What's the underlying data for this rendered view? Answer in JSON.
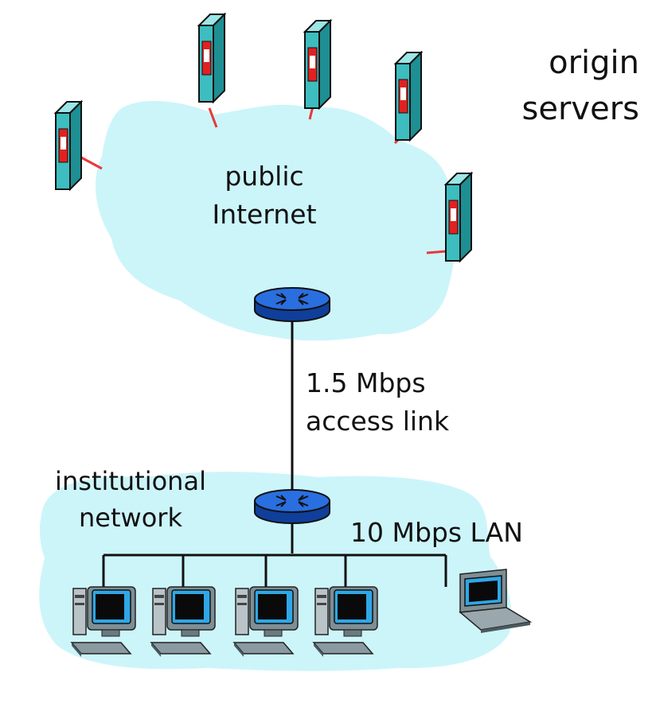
{
  "labels": {
    "origin_servers": [
      "origin",
      "servers"
    ],
    "public_internet": [
      "public",
      "Internet"
    ],
    "access_link": [
      "1.5 Mbps",
      "access link"
    ],
    "institutional_network": [
      "institutional",
      "network"
    ],
    "lan": "10 Mbps LAN"
  },
  "colors": {
    "cloud": "#ccf5fa",
    "router": "#1f63d8",
    "server_body": "#3dbdbf",
    "server_panel": "#e32020",
    "server_link": "#e63a3a",
    "wire": "#111111"
  },
  "icons": {
    "server": "server-icon",
    "router": "router-icon",
    "workstation": "desktop-computer-icon",
    "laptop": "laptop-icon"
  }
}
